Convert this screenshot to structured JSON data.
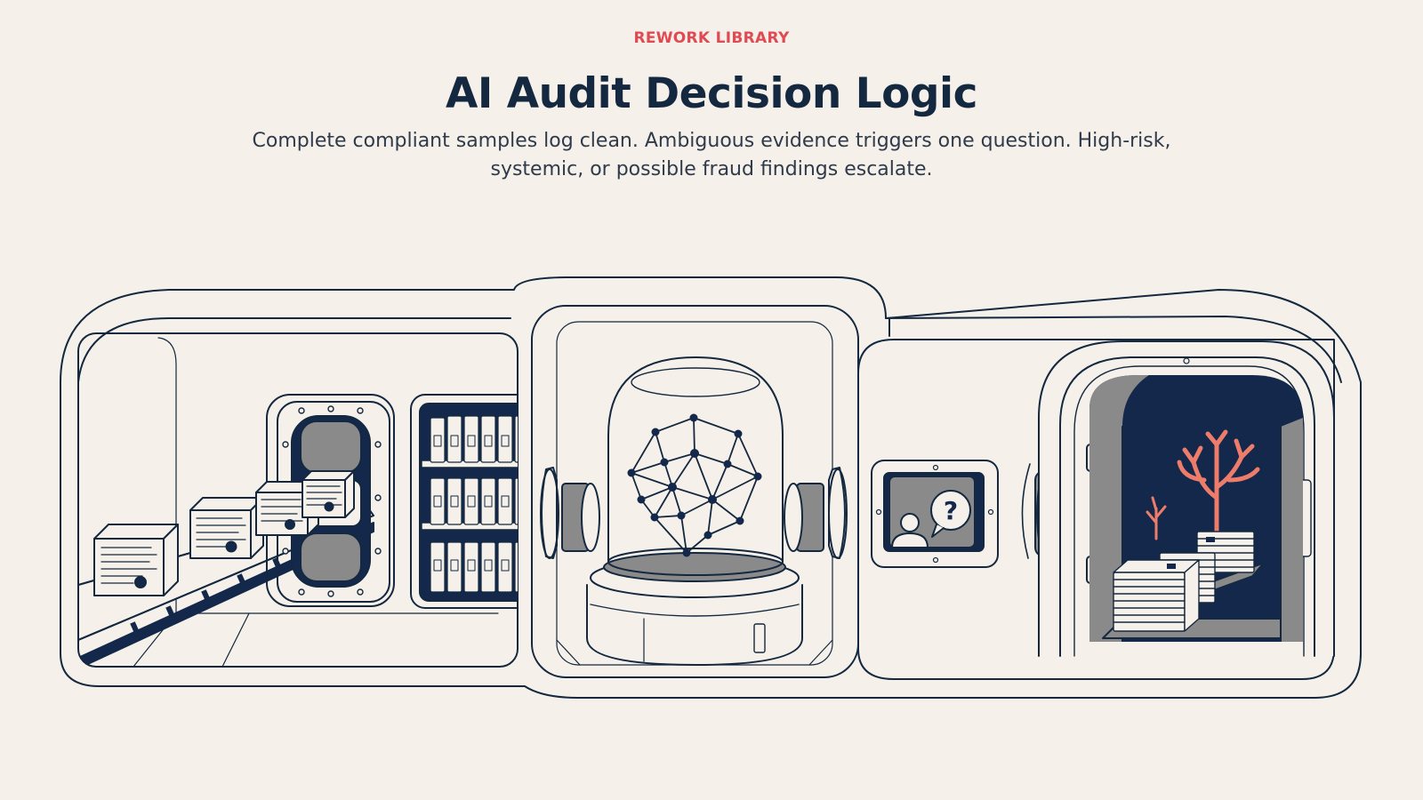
{
  "header": {
    "eyebrow": "REWORK LIBRARY",
    "title": "AI Audit Decision Logic",
    "subtitle": "Complete compliant samples log clean. Ambiguous evidence triggers one question. High-risk, systemic, or possible fraud findings escalate."
  },
  "colors": {
    "background": "#f5f1ea",
    "ink": "#14283f",
    "accent": "#e04a52",
    "coral": "#ee7c6b",
    "navy": "#13284a",
    "gray": "#8a8a8a"
  },
  "question_bubble": {
    "glyph": "?"
  },
  "icons": {
    "conveyor_modules": "document-box-icon",
    "cabinet": "file-binder-icon",
    "brain": "neural-network-icon",
    "question": "question-bubble-icon",
    "escalation": "coral-tree-icon"
  }
}
